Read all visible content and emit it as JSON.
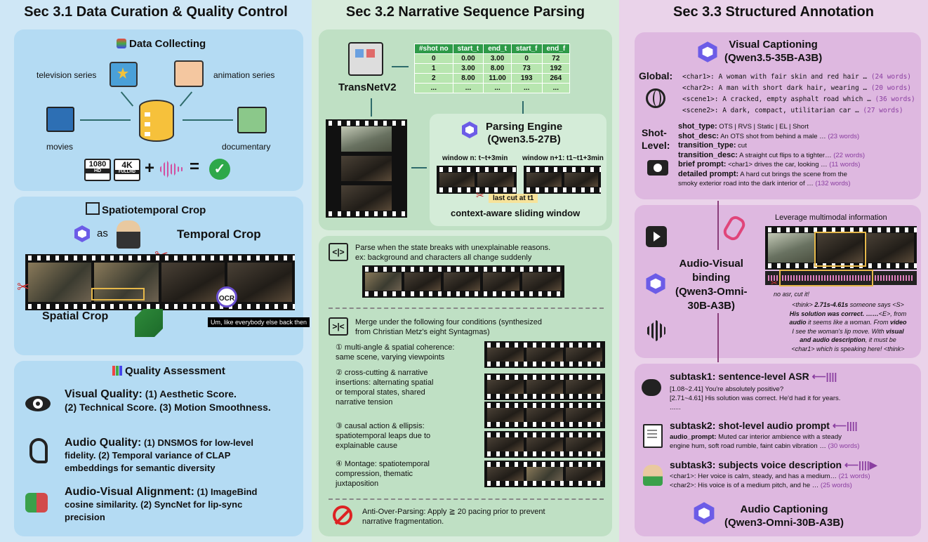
{
  "sec31": {
    "title": "Sec 3.1  Data Curation & Quality Control",
    "collect": {
      "heading": "Data Collecting",
      "sources": [
        "television series",
        "animation series",
        "movies",
        "documentary"
      ],
      "badges": [
        "1080",
        "HD",
        "4K",
        "FULLHD"
      ]
    },
    "crop": {
      "heading": "Spatiotemporal Crop",
      "as": "as",
      "temporal": "Temporal Crop",
      "spatial": "Spatial Crop",
      "ocr": "OCR",
      "subtitle": "Um, like everybody else back then"
    },
    "quality": {
      "heading": "Quality Assessment",
      "visual_head": "Visual Quality:",
      "visual_l1": " (1) Aesthetic Score.",
      "visual_l2": "(2) Technical Score. (3) Motion Smoothness.",
      "audio_head": "Audio Quality:",
      "audio_l1": " (1) DNSMOS for low-level",
      "audio_l2": "fidelity. (2) Temporal variance of CLAP",
      "audio_l3": "embeddings for semantic diversity",
      "av_head": "Audio-Visual Alignment:",
      "av_l1": " (1) ImageBind",
      "av_l2": "cosine similarity. (2) SyncNet for lip-sync",
      "av_l3": "precision"
    }
  },
  "sec32": {
    "title": "Sec 3.2  Narrative Sequence Parsing",
    "transnet": "TransNetV2",
    "table": {
      "headers": [
        "#shot no",
        "start_t",
        "end_t",
        "start_f",
        "end_f"
      ],
      "rows": [
        [
          "0",
          "0.00",
          "3.00",
          "0",
          "72"
        ],
        [
          "1",
          "3.00",
          "8.00",
          "73",
          "192"
        ],
        [
          "2",
          "8.00",
          "11.00",
          "193",
          "264"
        ],
        [
          "...",
          "...",
          "...",
          "...",
          "..."
        ]
      ]
    },
    "engine_l1": "Parsing Engine",
    "engine_l2": "(Qwen3.5-27B)",
    "window_n": "window n: t~t+3min",
    "window_n1": "window n+1: t1~t1+3min",
    "last_cut": "last cut at t1",
    "sliding": "context-aware sliding window",
    "parse_l1": "Parse when the state breaks with unexplainable reasons.",
    "parse_l2": "ex: background and characters all change suddenly",
    "merge_l1": "Merge under the following four conditions (synthesized",
    "merge_l2": "from Christian Metz's eight Syntagmas)",
    "c1_l1": "① multi-angle & spatial coherence:",
    "c1_l2": "same scene, varying viewpoints",
    "c2_l1": "② cross-cutting & narrative",
    "c2_l2": "insertions: alternating spatial",
    "c2_l3": "or temporal states, shared",
    "c2_l4": "narrative tension",
    "c3_l1": "③ causal action & ellipsis:",
    "c3_l2": "spatiotemporal leaps due to",
    "c3_l3": "explainable cause",
    "c4_l1": "④ Montage: spatiotemporal",
    "c4_l2": "compression, thematic",
    "c4_l3": "juxtaposition",
    "anti_l1": "Anti-Over-Parsing: Apply ≧ 20 pacing prior to prevent",
    "anti_l2": "narrative fragmentation."
  },
  "sec33": {
    "title": "Sec 3.3  Structured Annotation",
    "vc_l1": "Visual Captioning",
    "vc_l2": "(Qwen3.5-35B-A3B)",
    "global": "Global:",
    "g": [
      {
        "k": "<char1>:",
        "v": " A woman with fair skin and red hair … ",
        "n": "(24 words)"
      },
      {
        "k": "<char2>:",
        "v": " A man with short dark hair, wearing … ",
        "n": "(20 words)"
      },
      {
        "k": "<scene1>:",
        "v": " A cracked, empty asphalt road which … ",
        "n": "(36 words)"
      },
      {
        "k": "<scene2>:",
        "v": " A dark, compact, utilitarian car … ",
        "n": "(27 words)"
      }
    ],
    "shot_level_1": "Shot-",
    "shot_level_2": "Level:",
    "s_type_k": "shot_type:",
    "s_type_v": " OTS | RVS | Static | EL | Short",
    "s_desc_k": "shot_desc:",
    "s_desc_v": " An OTS shot from behind a male … ",
    "s_desc_n": "(23 words)",
    "s_tt_k": "transition_type:",
    "s_tt_v": " cut",
    "s_td_k": "transition_desc:",
    "s_td_v": " A straight cut flips to a tighter… ",
    "s_td_n": "(22 words)",
    "s_bp_k": "brief prompt:",
    "s_bp_v": " <char1> drives the car, looking … ",
    "s_bp_n": "(11 words)",
    "s_dp_k": "detailed prompt:",
    "s_dp_v": " A hard cut brings the scene from the",
    "s_dp_v2": "smoky exterior road into the dark interior of … ",
    "s_dp_n": "(132 words)",
    "av_l1": "Audio-Visual",
    "av_l2": "binding",
    "av_l3": "(Qwen3-Omni-",
    "av_l4": "30B-A3B)",
    "leverage": "Leverage multimodal information",
    "no_asr": "no asr,  cut it!",
    "think_l1a": "<think> ",
    "think_l1b": "2.71s-4.61s",
    "think_l1c": " someone says <S>",
    "think_l2a": "His solution was correct. ……",
    "think_l2b": "<E>, from",
    "think_l3a": "audio",
    "think_l3b": " it seems like a woman. From ",
    "think_l3c": "video",
    "think_l4a": "I see the woman's lip move. With ",
    "think_l4b": "visual",
    "think_l5a": "and audio description",
    "think_l5b": ", it must be",
    "think_l6": "<char1> which is speaking here! <think>",
    "st1": "subtask1: sentence-level ASR",
    "st1_l1": "[1.08~2.41] You're absolutely positive?",
    "st1_l2": "[2.71~4.61] His solution was correct. He'd had it for years.",
    "st1_l3": "......",
    "st2": "subtask2: shot-level audio prompt",
    "st2_k": "audio_prompt:",
    "st2_v": " Muted car interior ambience with a steady",
    "st2_l2": "engine hum, soft road rumble, faint cabin vibration … ",
    "st2_n": "(30 words)",
    "st3": "subtask3: subjects voice description",
    "st3_l1": "<char1>: Her voice is calm, steady, and has a medium… ",
    "st3_n1": "(21 words)",
    "st3_l2": "<char2>: His voice is of a medium pitch, and he … ",
    "st3_n2": "(25 words)",
    "ac_l1": "Audio Captioning",
    "ac_l2": "(Qwen3-Omni-30B-A3B)"
  },
  "colors": {
    "accent_purple": "#8a3ea0",
    "arrow_teal": "#2e6b6b",
    "table_green": "#2e9a48"
  }
}
